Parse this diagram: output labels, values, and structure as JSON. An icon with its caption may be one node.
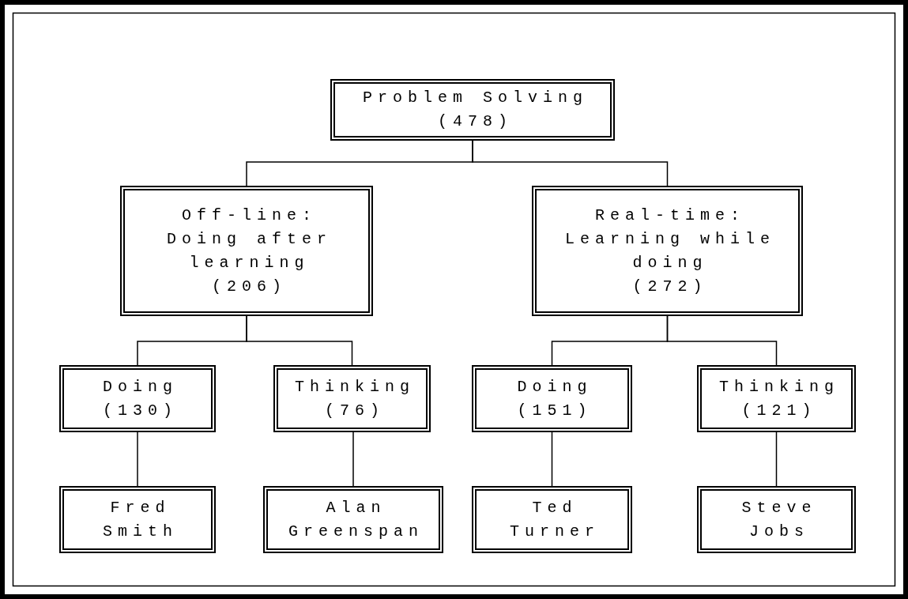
{
  "diagram": {
    "nodes": [
      {
        "text": [
          "Problem Solving",
          "(478)"
        ]
      },
      {
        "text": [
          "Off-line:",
          "Doing after learning",
          "(206)"
        ]
      },
      {
        "text": [
          "Real-time:",
          "Learning while doing",
          "(272)"
        ]
      },
      {
        "text": [
          "Doing",
          "(130)"
        ]
      },
      {
        "text": [
          "Thinking",
          "(76)"
        ]
      },
      {
        "text": [
          "Doing",
          "(151)"
        ]
      },
      {
        "text": [
          "Thinking",
          "(121)"
        ]
      },
      {
        "text": [
          "Fred Smith"
        ]
      },
      {
        "text": [
          "Alan Greenspan"
        ]
      },
      {
        "text": [
          "Ted Turner"
        ]
      },
      {
        "text": [
          "Steve Jobs"
        ]
      }
    ],
    "edges": [
      {
        "from": 0,
        "to": 1,
        "arrow": "none"
      },
      {
        "from": 0,
        "to": 2,
        "arrow": "none"
      },
      {
        "from": 1,
        "to": 3,
        "arrow": "none"
      },
      {
        "from": 1,
        "to": 4,
        "arrow": "none"
      },
      {
        "from": 2,
        "to": 5,
        "arrow": "none"
      },
      {
        "from": 2,
        "to": 6,
        "arrow": "none"
      },
      {
        "from": 3,
        "to": 7,
        "arrow": "none"
      },
      {
        "from": 4,
        "to": 8,
        "arrow": "none"
      },
      {
        "from": 5,
        "to": 9,
        "arrow": "none"
      },
      {
        "from": 6,
        "to": 10,
        "arrow": "none"
      }
    ]
  }
}
